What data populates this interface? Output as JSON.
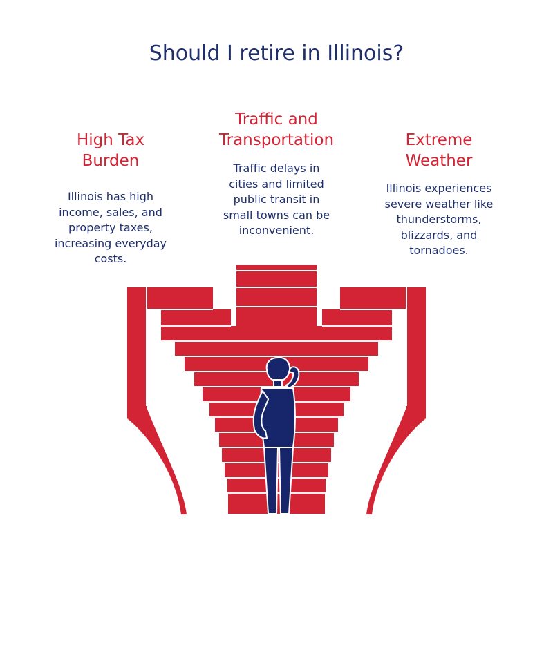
{
  "title": "Should I retire in Illinois?",
  "columns": [
    {
      "heading": [
        "High Tax",
        "Burden"
      ],
      "body": [
        "Illinois has high",
        "income, sales, and",
        "property taxes,",
        "increasing everyday",
        "costs."
      ]
    },
    {
      "heading": [
        "Traffic and",
        "Transportation"
      ],
      "body": [
        "Traffic delays in",
        "cities and limited",
        "public transit in",
        "small towns can be",
        "inconvenient."
      ]
    },
    {
      "heading": [
        "Extreme",
        "Weather"
      ],
      "body": [
        "Illinois experiences",
        "severe weather like",
        "thunderstorms,",
        "blizzards, and",
        "tornadoes."
      ]
    }
  ],
  "colors": {
    "accent_red": "#d22434",
    "navy": "#1f2f6e",
    "figure_navy": "#17266b"
  },
  "icons": [
    "staircase-structure-icon",
    "thinking-person-icon"
  ]
}
